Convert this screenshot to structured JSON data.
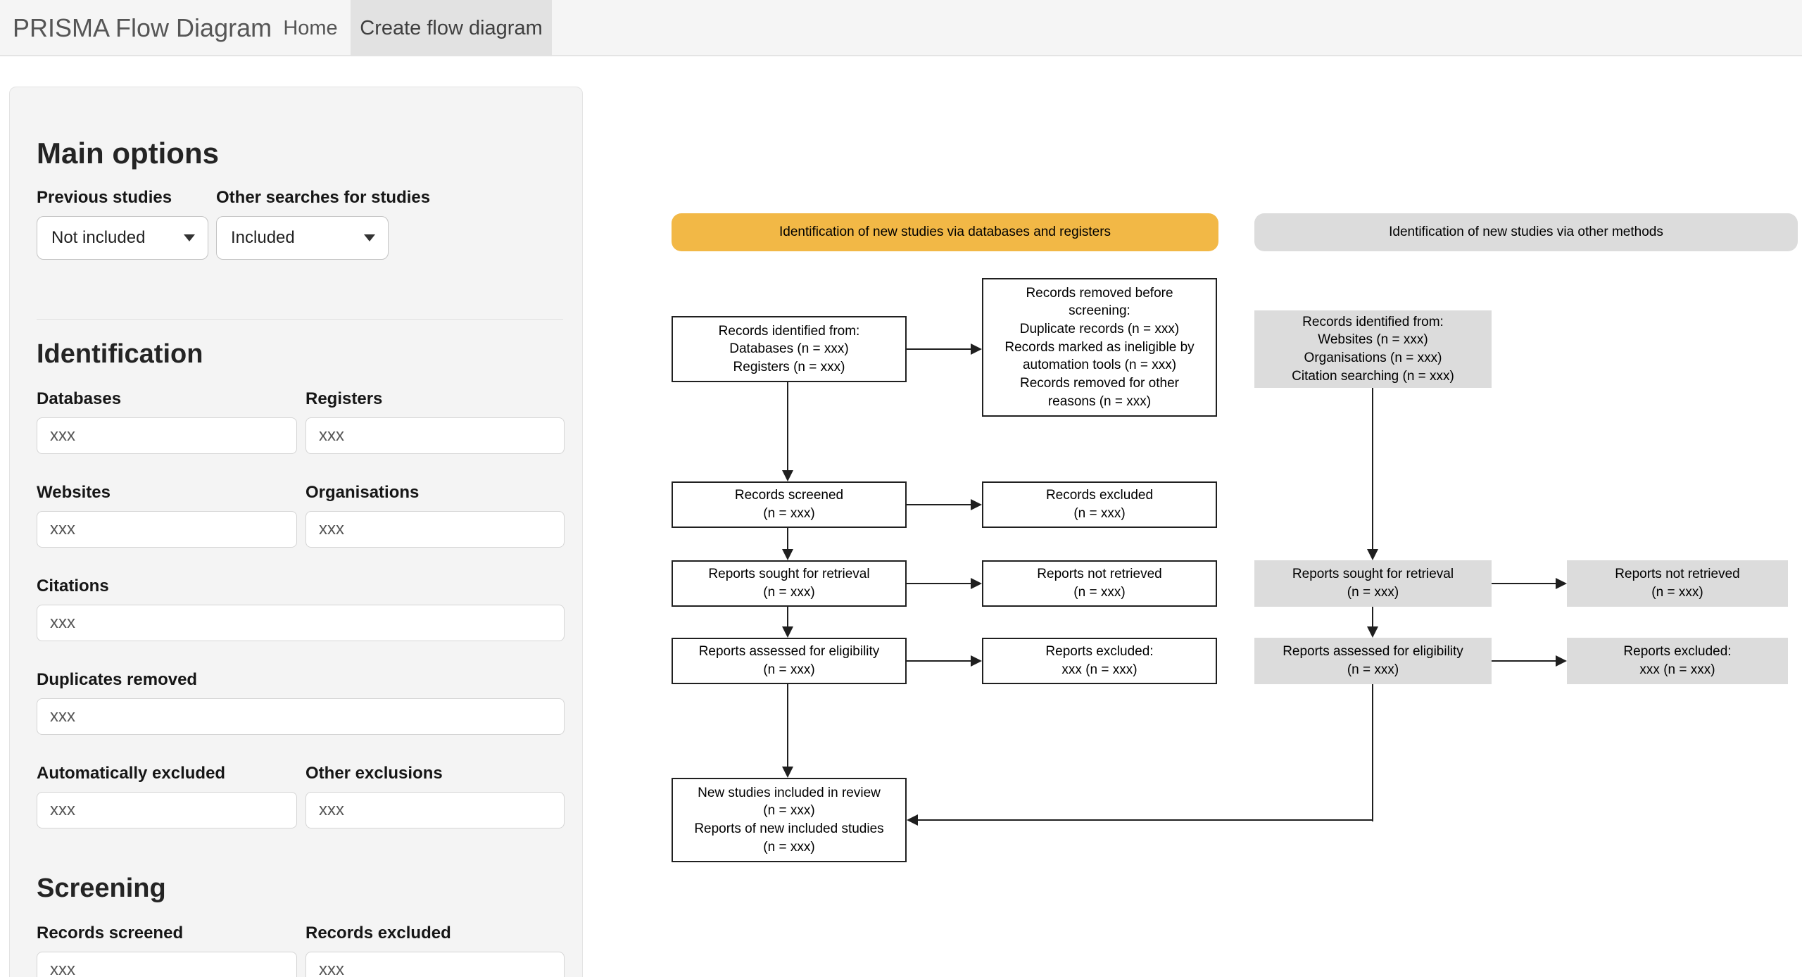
{
  "nav": {
    "title": "PRISMA Flow Diagram",
    "tabs": [
      {
        "label": "Home",
        "active": false
      },
      {
        "label": "Create flow diagram",
        "active": true
      }
    ]
  },
  "sidebar": {
    "main_options": {
      "heading": "Main options",
      "previous_studies": {
        "label": "Previous studies",
        "value": "Not included"
      },
      "other_searches": {
        "label": "Other searches for studies",
        "value": "Included"
      }
    },
    "identification": {
      "heading": "Identification",
      "databases": {
        "label": "Databases",
        "value": "xxx"
      },
      "registers": {
        "label": "Registers",
        "value": "xxx"
      },
      "websites": {
        "label": "Websites",
        "value": "xxx"
      },
      "organisations": {
        "label": "Organisations",
        "value": "xxx"
      },
      "citations": {
        "label": "Citations",
        "value": "xxx"
      },
      "duplicates_removed": {
        "label": "Duplicates removed",
        "value": "xxx"
      },
      "automatically_excluded": {
        "label": "Automatically excluded",
        "value": "xxx"
      },
      "other_exclusions": {
        "label": "Other exclusions",
        "value": "xxx"
      }
    },
    "screening": {
      "heading": "Screening",
      "records_screened": {
        "label": "Records screened",
        "value": "xxx"
      },
      "records_excluded": {
        "label": "Records excluded",
        "value": "xxx"
      }
    }
  },
  "diagram": {
    "headers": {
      "databases_registers": {
        "label": "Identification of new studies via databases and registers"
      },
      "other_methods": {
        "label": "Identification of new studies via other methods"
      }
    },
    "boxes": {
      "records_identified_db": "Records identified from:\nDatabases (n = xxx)\nRegisters (n = xxx)",
      "records_removed": "Records removed before\nscreening:\nDuplicate records (n = xxx)\nRecords marked as ineligible by\nautomation tools (n = xxx)\nRecords removed for other\nreasons (n = xxx)",
      "records_identified_other": "Records identified from:\nWebsites (n = xxx)\nOrganisations (n = xxx)\nCitation searching (n = xxx)",
      "records_screened": "Records screened\n(n = xxx)",
      "records_excluded": "Records excluded\n(n = xxx)",
      "reports_sought": "Reports sought for retrieval\n(n = xxx)",
      "reports_not_retrieved": "Reports not retrieved\n(n = xxx)",
      "reports_assessed": "Reports assessed for eligibility\n(n = xxx)",
      "reports_excluded": "Reports excluded:\nxxx (n = xxx)",
      "reports_sought_other": "Reports sought for retrieval\n(n = xxx)",
      "reports_not_retrieved_other": "Reports not retrieved\n(n = xxx)",
      "reports_assessed_other": "Reports assessed for eligibility\n(n = xxx)",
      "reports_excluded_other": "Reports excluded:\nxxx (n = xxx)",
      "new_studies_included": "New studies included in review\n(n = xxx)\nReports of new included studies\n(n = xxx)"
    },
    "colors": {
      "header_accent": "#F2B846",
      "method_gray": "#DCDCDC",
      "arrow": "#1F1F1F"
    }
  }
}
